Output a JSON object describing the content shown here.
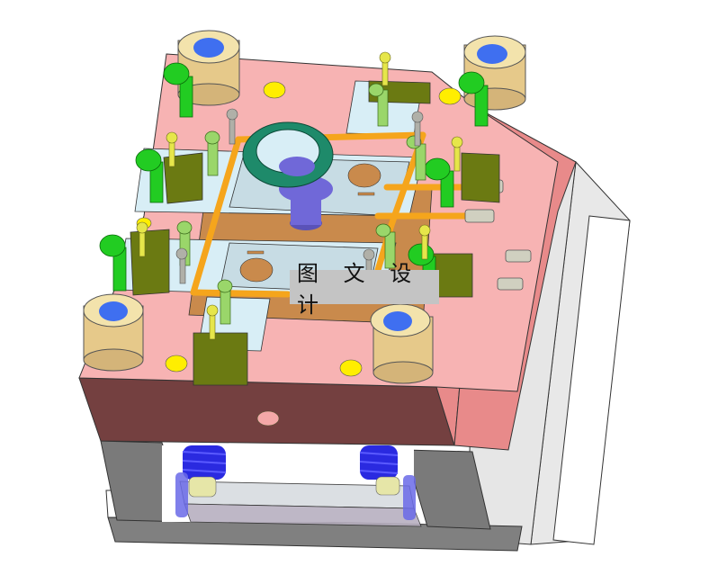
{
  "figure": {
    "subject": "Injection mold assembly (3D CAD isometric render)",
    "watermark": {
      "text": "图 文 设 计"
    }
  },
  "colors": {
    "background": "#ffffff",
    "plate_top": "#f7b3b3",
    "plate_front": "#744040",
    "plate_side": "#e88a8a",
    "support_gray": "#808080",
    "support_light": "#e8e8e8",
    "cavity_plate": "#d8eef6",
    "core_brown": "#c98a4c",
    "cooling_line": "#f5a51c",
    "bushing_tan": "#e6c98a",
    "bushing_blue": "#3f6ff0",
    "screw_green": "#22cc22",
    "screw_lightgreen": "#9ad66a",
    "block_olive": "#6b7a12",
    "ring_teal": "#1e8a6a",
    "sprue_purple": "#7068d8",
    "spring_blue": "#2a2ae0",
    "dot_yellow": "#ffee00",
    "connector_silver": "#d0d0c0"
  },
  "components": [
    {
      "name": "guide-bushing",
      "count": 4
    },
    {
      "name": "socket-head-screw",
      "count": 6
    },
    {
      "name": "locating-ring",
      "count": 1
    },
    {
      "name": "sprue-bushing",
      "count": 1
    },
    {
      "name": "cooling-line",
      "count": 1
    },
    {
      "name": "side-lock-block",
      "count": 5
    },
    {
      "name": "return-spring",
      "count": 2
    },
    {
      "name": "water-connector",
      "count": 4
    }
  ]
}
